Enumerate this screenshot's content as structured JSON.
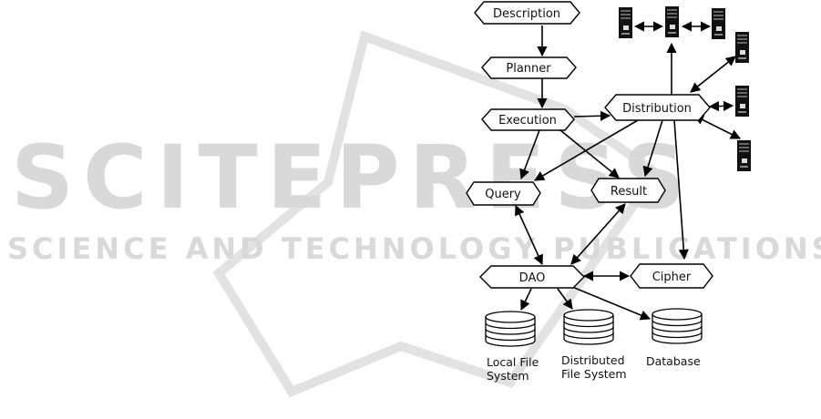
{
  "watermark": {
    "line1": "SCITEPRESS",
    "line2": "SCIENCE AND TECHNOLOGY PUBLICATIONS"
  },
  "nodes": {
    "description": "Description",
    "planner": "Planner",
    "execution": "Execution",
    "distribution": "Distribution",
    "query": "Query",
    "result": "Result",
    "dao": "DAO",
    "cipher": "Cipher"
  },
  "stores": {
    "local_line1": "Local File",
    "local_line2": "System",
    "distributed_line1": "Distributed",
    "distributed_line2": "File System",
    "database": "Database"
  },
  "icons": {
    "server": "server-tower-icon",
    "storage": "database-cylinder-icon"
  }
}
